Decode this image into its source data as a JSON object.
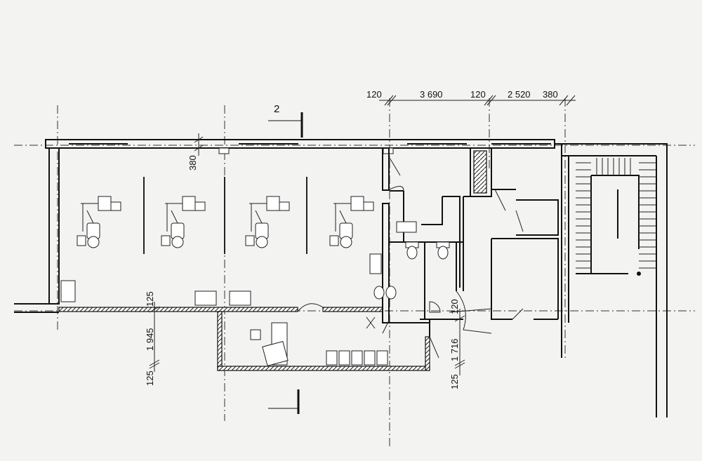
{
  "section_mark": {
    "label": "2"
  },
  "dimensions": {
    "top": [
      "120",
      "3 690",
      "120",
      "2 520",
      "380"
    ],
    "top_wall": "380",
    "left": [
      "125",
      "1 945",
      "125"
    ],
    "right": [
      "120",
      "1 716",
      "125"
    ]
  }
}
